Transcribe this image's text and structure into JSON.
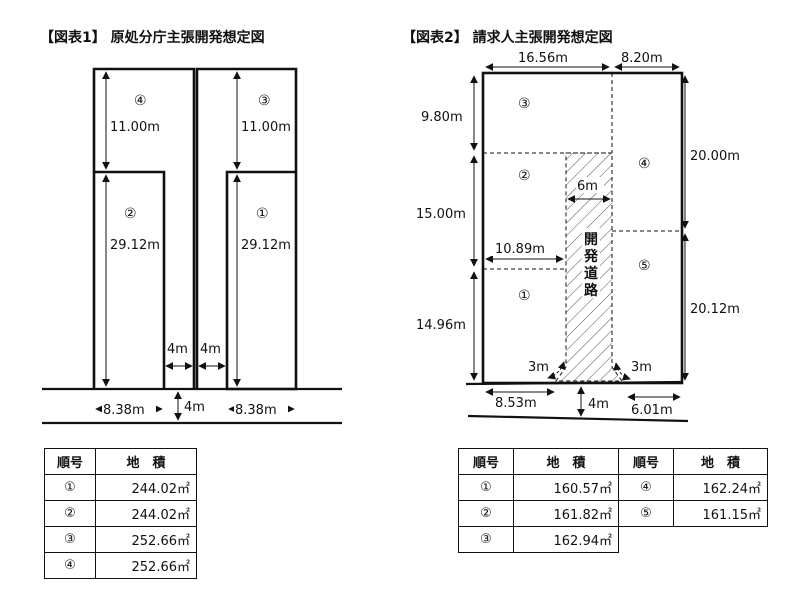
{
  "fig1": {
    "title": "【図表1】 原処分庁主張開発想定図",
    "lots": [
      {
        "no": "④",
        "depth": "11.00m"
      },
      {
        "no": "③",
        "depth": "11.00m"
      },
      {
        "no": "②",
        "depth": "29.12m"
      },
      {
        "no": "①",
        "depth": "29.12m"
      }
    ],
    "dims": {
      "road_left": "4m",
      "road_right": "4m",
      "road_width": "4m",
      "frontage_left": "8.38m",
      "frontage_right": "8.38m"
    },
    "table": {
      "headers": [
        "順号",
        "地　積"
      ],
      "rows": [
        [
          "①",
          "244.02㎡"
        ],
        [
          "②",
          "244.02㎡"
        ],
        [
          "③",
          "252.66㎡"
        ],
        [
          "④",
          "252.66㎡"
        ]
      ]
    }
  },
  "fig2": {
    "title": "【図表2】 請求人主張開発想定図",
    "lots": [
      "③",
      "②",
      "①",
      "④",
      "⑤"
    ],
    "road_label": "開発道路",
    "dims": {
      "top_left": "16.56m",
      "top_right": "8.20m",
      "left_top": "9.80m",
      "left_mid": "15.00m",
      "left_bottom": "14.96m",
      "right_top": "20.00m",
      "right_bottom": "20.12m",
      "road": "6m",
      "lot1_width": "10.89m",
      "corner_left": "3m",
      "corner_right": "3m",
      "bottom_left": "8.53m",
      "bottom_road": "4m",
      "bottom_right": "6.01m"
    },
    "table": {
      "headers": [
        "順号",
        "地　積",
        "順号",
        "地　積"
      ],
      "rows": [
        [
          "①",
          "160.57㎡",
          "④",
          "162.24㎡"
        ],
        [
          "②",
          "161.82㎡",
          "⑤",
          "161.15㎡"
        ],
        [
          "③",
          "162.94㎡",
          "",
          ""
        ]
      ]
    }
  }
}
